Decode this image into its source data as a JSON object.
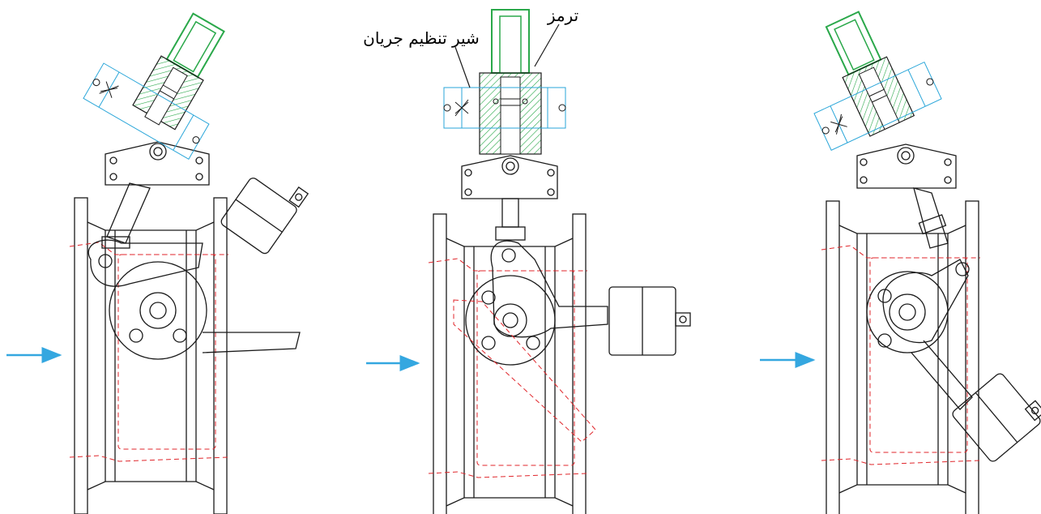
{
  "labels": {
    "brake": "ترمز",
    "flow_control_valve": "شیر تنظیم جریان"
  },
  "colors": {
    "outline": "#1a1a1a",
    "hidden_lines": "#e0262b",
    "hatch_green": "#2aa84a",
    "hydraulic_blue": "#2aa6d9",
    "flow_arrow": "#34a7e0"
  },
  "views": [
    {
      "id": "left",
      "state": "tilted-left"
    },
    {
      "id": "center",
      "state": "vertical"
    },
    {
      "id": "right",
      "state": "tilted-right"
    }
  ]
}
